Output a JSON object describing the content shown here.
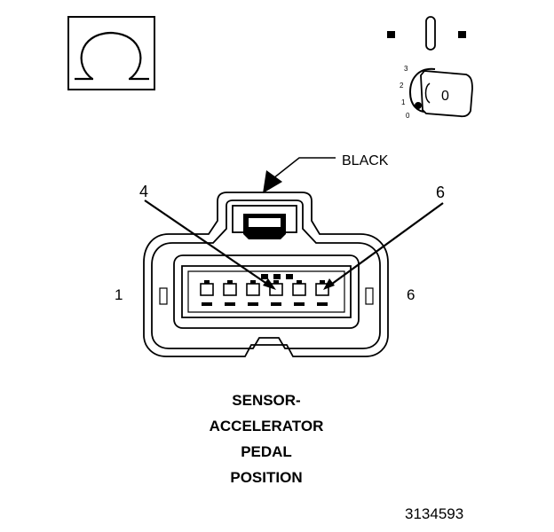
{
  "symbol": {
    "ohm": "Ω",
    "ignition_positions": [
      "3",
      "2",
      "1",
      "0"
    ],
    "key_label": "0"
  },
  "connector": {
    "color_label": "BLACK",
    "pin_first": "4",
    "pin_last": "6",
    "side_left": "1",
    "side_right": "6"
  },
  "caption": {
    "line1": "SENSOR-",
    "line2": "ACCELERATOR",
    "line3": "PEDAL",
    "line4": "POSITION"
  },
  "figure_id": "3134593"
}
